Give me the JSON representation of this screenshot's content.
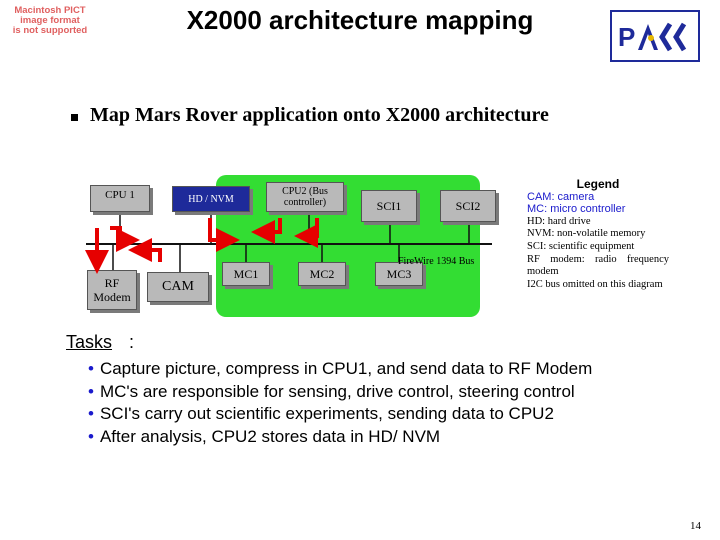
{
  "pict_note": [
    "Macintosh PICT",
    "image format",
    "is not supported"
  ],
  "title": "X2000 architecture mapping",
  "main_bullet": "Map Mars Rover application onto X2000 architecture",
  "diagram": {
    "boxes": {
      "cpu1": "CPU 1",
      "hd_nvm": "HD / NVM",
      "cpu2": "CPU2 (Bus controller)",
      "sci1": "SCI1",
      "sci2": "SCI2",
      "rf_modem": "RF Modem",
      "cam": "CAM",
      "mc1": "MC1",
      "mc2": "MC2",
      "mc3": "MC3"
    },
    "bus_label": "FireWire 1394 Bus"
  },
  "legend": {
    "title": "Legend",
    "items": [
      "CAM: camera",
      "MC: micro controller",
      "HD: hard drive",
      "NVM: non-volatile memory",
      "SCI: scientific equipment",
      "RF modem: radio frequency modem",
      "I2C bus omitted on this diagram"
    ]
  },
  "tasks_title": "Tasks",
  "tasks_colon": ":",
  "tasks": [
    "Capture picture, compress in CPU1, and send data to RF Modem",
    "MC's  are responsible for sensing, drive control, steering control",
    "SCI's carry out scientific experiments, sending data to CPU2",
    "After analysis, CPU2 stores data in HD/ NVM"
  ],
  "page_number": "14",
  "colors": {
    "green_region": "#33dd33",
    "dark_box": "#1e2a9a",
    "grey_box": "#b9b9b9",
    "arrow": "#e60000",
    "legend_blue": "#1a1acc"
  },
  "logo_icon": "pacc-logo-icon"
}
